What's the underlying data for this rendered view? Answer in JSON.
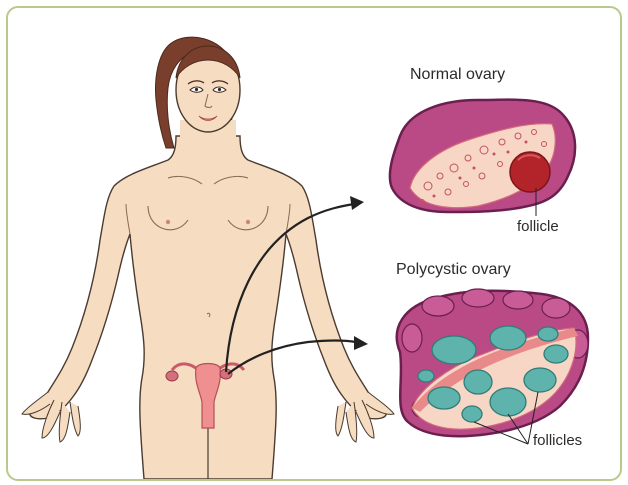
{
  "labels": {
    "normal_ovary": "Normal ovary",
    "follicle": "follicle",
    "polycystic_ovary": "Polycystic ovary",
    "follicles": "follicles"
  },
  "colors": {
    "frame_border": "#b9c98a",
    "skin": "#f6dcc0",
    "skin_outline": "#4a3a30",
    "hair": "#7a3f2c",
    "uterus": "#ef8f8f",
    "ovary_outer": "#b94a86",
    "ovary_border": "#6b1f4e",
    "ovary_inner": "#f7d6c6",
    "follicle_red": "#b3242a",
    "cyst_teal": "#5fb3ad",
    "arrow": "#222222"
  }
}
